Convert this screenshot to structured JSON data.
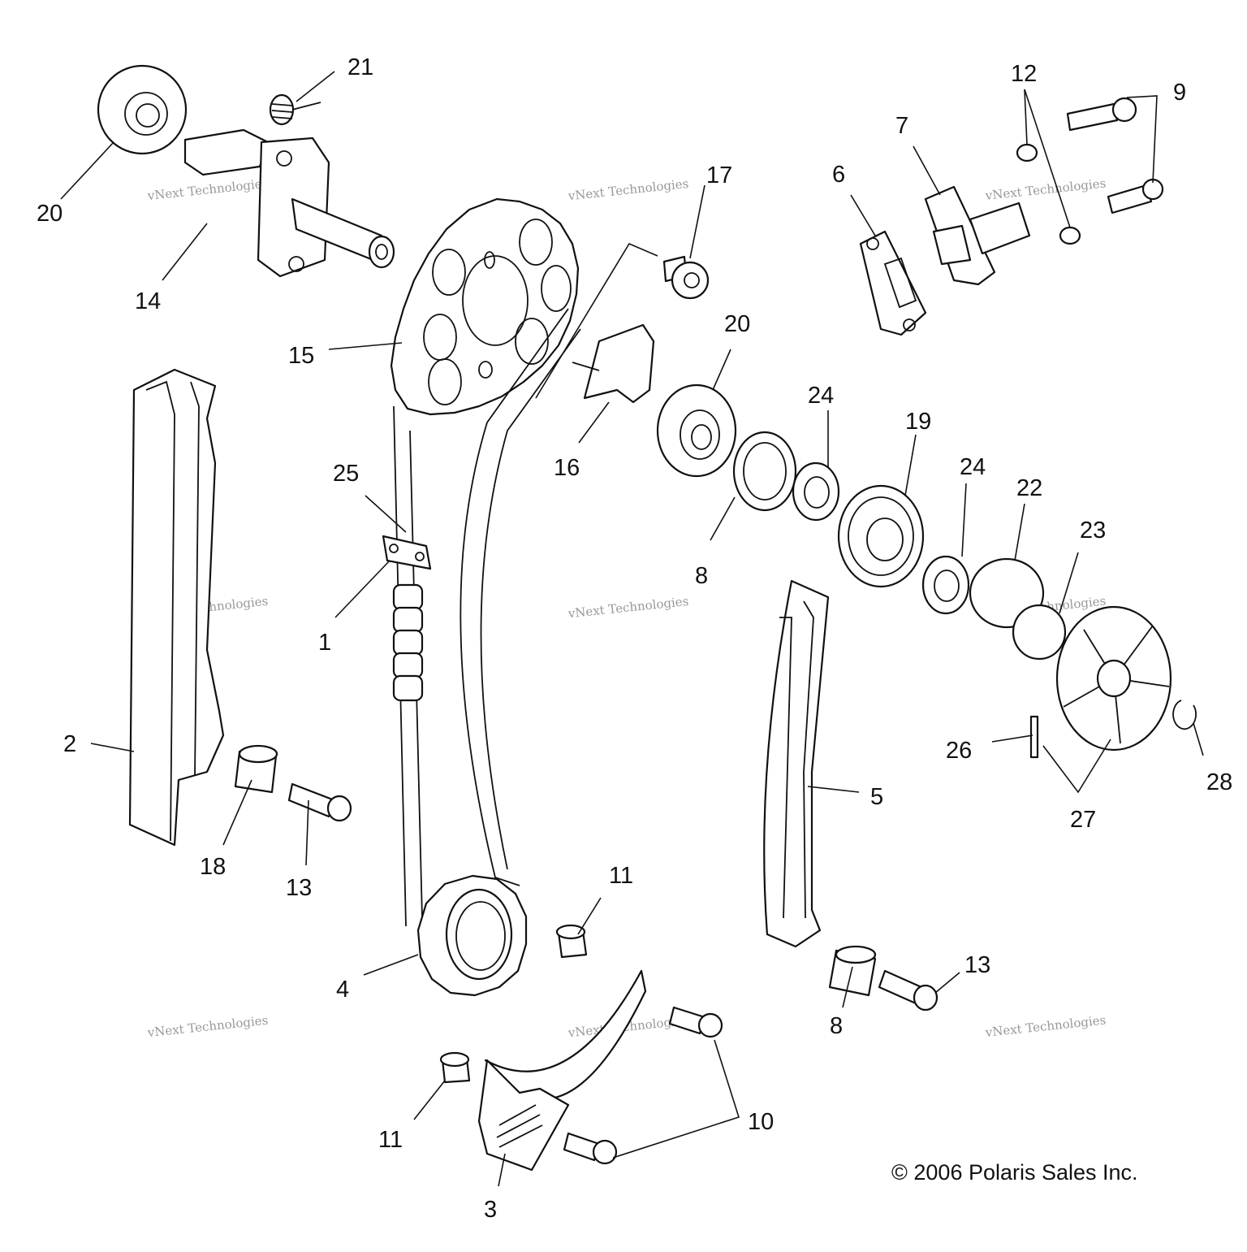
{
  "diagram": {
    "copyright": "© 2006 Polaris Sales Inc.",
    "watermark": {
      "line1": "vNext",
      "line2": "vNext Technologies",
      "line3": "Technologies"
    },
    "callouts": {
      "c1": "1",
      "c2": "2",
      "c3": "3",
      "c4": "4",
      "c5": "5",
      "c6": "6",
      "c7": "7",
      "c8a": "8",
      "c8b": "8",
      "c9": "9",
      "c10": "10",
      "c11a": "11",
      "c11b": "11",
      "c12": "12",
      "c13a": "13",
      "c13b": "13",
      "c14": "14",
      "c15": "15",
      "c16": "16",
      "c17": "17",
      "c18": "18",
      "c19": "19",
      "c20a": "20",
      "c20b": "20",
      "c21": "21",
      "c22": "22",
      "c23": "23",
      "c24a": "24",
      "c24b": "24",
      "c25": "25",
      "c26": "26",
      "c27": "27",
      "c28": "28"
    }
  }
}
